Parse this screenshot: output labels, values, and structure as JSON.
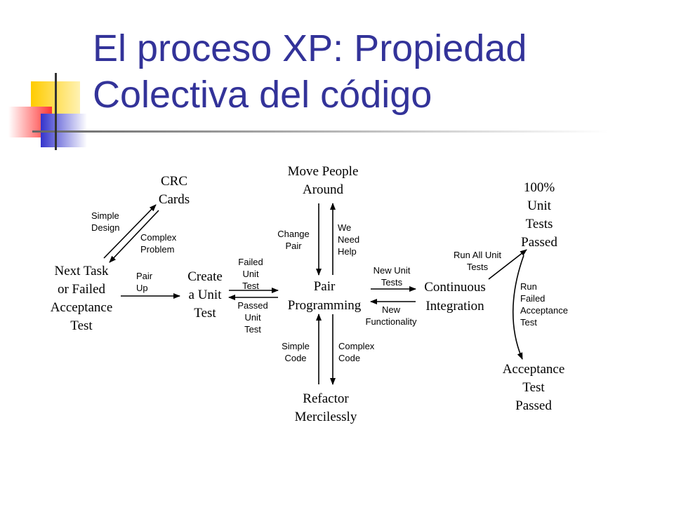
{
  "slide": {
    "title_line1": "El proceso XP: Propiedad",
    "title_line2": "Colectiva del código",
    "accent_colors": {
      "title": "#333399",
      "yellow": "#ffcc00",
      "red": "#ff3333",
      "blue": "#3333cc"
    }
  },
  "diagram": {
    "nodes": {
      "crc": [
        "CRC",
        "Cards"
      ],
      "next_task": [
        "Next Task",
        "or Failed",
        "Acceptance",
        "Test"
      ],
      "create_unit_test": [
        "Create",
        "a Unit",
        "Test"
      ],
      "move_people": [
        "Move People",
        "Around"
      ],
      "pair_programming": [
        "Pair",
        "Programming"
      ],
      "refactor": [
        "Refactor",
        "Mercilessly"
      ],
      "continuous_integration": [
        "Continuous",
        "Integration"
      ],
      "unit_tests_passed": [
        "100%",
        "Unit",
        "Tests",
        "Passed"
      ],
      "acceptance_passed": [
        "Acceptance",
        "Test",
        "Passed"
      ]
    },
    "labels": {
      "simple_design": [
        "Simple",
        "Design"
      ],
      "complex_problem": [
        "Complex",
        "Problem"
      ],
      "pair_up": [
        "Pair",
        "Up"
      ],
      "failed_unit_test": [
        "Failed",
        "Unit",
        "Test"
      ],
      "passed_unit_test": [
        "Passed",
        "Unit",
        "Test"
      ],
      "change_pair": [
        "Change",
        "Pair"
      ],
      "we_need_help": [
        "We",
        "Need",
        "Help"
      ],
      "simple_code": [
        "Simple",
        "Code"
      ],
      "complex_code": [
        "Complex",
        "Code"
      ],
      "new_unit_tests": [
        "New Unit",
        "Tests"
      ],
      "new_functionality": [
        "New",
        "Functionality"
      ],
      "run_all_unit_tests": [
        "Run All Unit",
        "Tests"
      ],
      "run_failed_acceptance": [
        "Run",
        "Failed",
        "Acceptance",
        "Test"
      ]
    }
  }
}
